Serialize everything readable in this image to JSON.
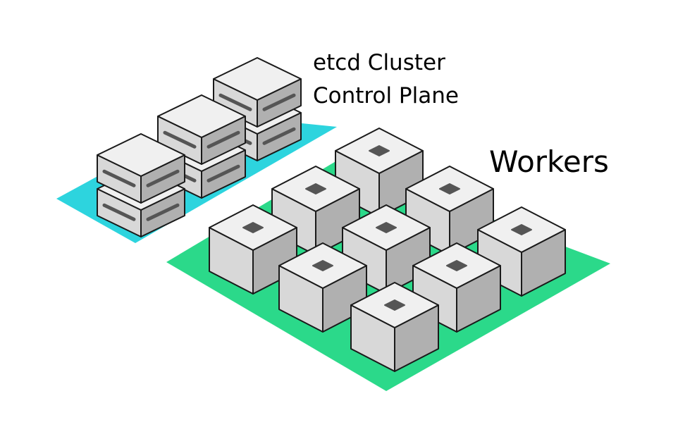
{
  "labels": {
    "etcd_cluster": "etcd Cluster",
    "control_plane": "Control Plane",
    "workers": "Workers"
  },
  "colors": {
    "control_plane_platform": "#2dd4de",
    "workers_platform": "#2bd98a",
    "box_top": "#f0f0f0",
    "box_left": "#d8d8d8",
    "box_right": "#b0b0b0",
    "box_outline": "#1a1a1a",
    "slot": "#555555"
  },
  "icons": {
    "server_node": "server-node-icon",
    "worker_node": "worker-node-icon"
  }
}
